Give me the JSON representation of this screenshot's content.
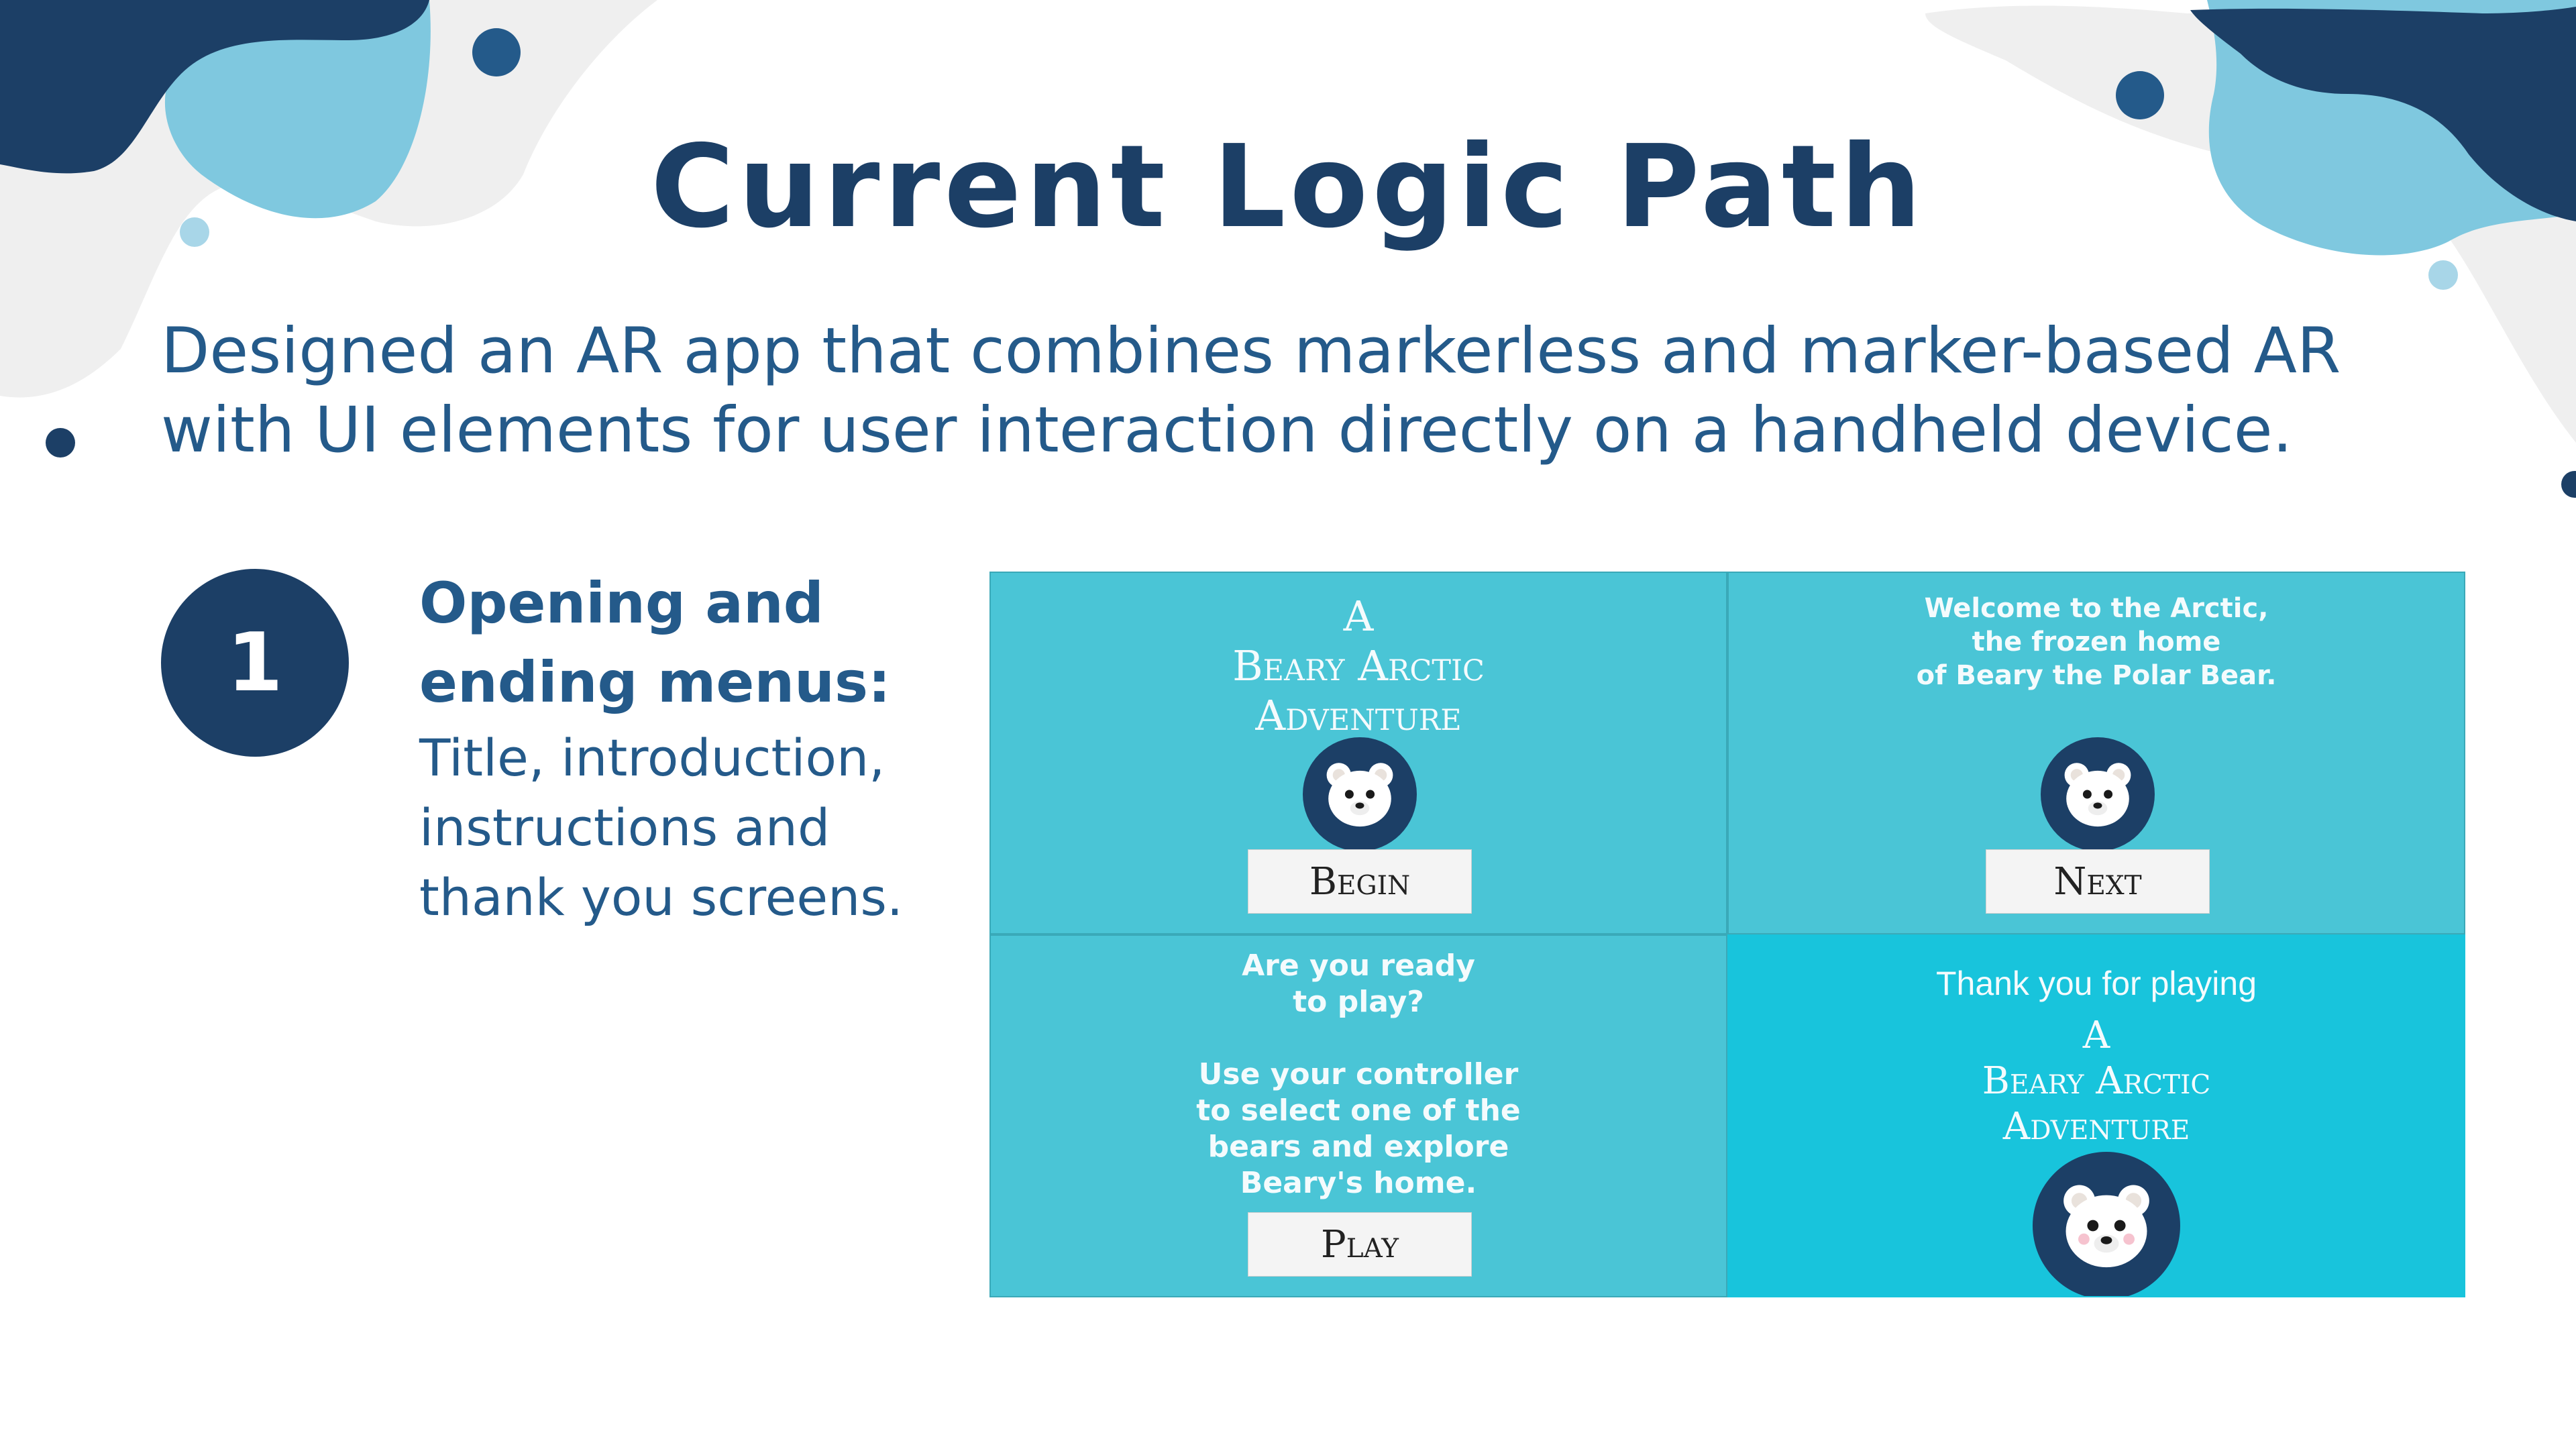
{
  "slide": {
    "title": "Current Logic Path",
    "subtitle": "Designed an AR app that combines markerless and marker-based AR with UI elements for user interaction directly on a handheld device.",
    "colors": {
      "navy": "#1c3f66",
      "text_blue": "#245a8a",
      "light_blue": "#7fc8df",
      "grey_blob": "#efefef",
      "screen_teal": "#4ac5d6",
      "screen_cyan": "#18c4dc"
    }
  },
  "step": {
    "number": "1",
    "heading": "Opening and ending menus:",
    "description": "Title, introduction, instructions and thank you screens."
  },
  "screens": {
    "title_screen": {
      "title_lines": [
        "A",
        "Beary Arctic",
        "Adventure"
      ],
      "button_label": "Begin",
      "icon": "polar-bear-icon"
    },
    "intro_screen": {
      "lines": [
        "Welcome to the Arctic,",
        "the frozen home",
        "of Beary the Polar Bear."
      ],
      "button_label": "Next",
      "icon": "polar-bear-icon"
    },
    "instructions_screen": {
      "lines": [
        "Are you ready",
        "to play?",
        "",
        "Use your controller",
        "to select one of the",
        "bears and explore",
        "Beary's home."
      ],
      "button_label": "Play"
    },
    "thanks_screen": {
      "thanks_text": "Thank you for playing",
      "title_lines": [
        "A",
        "Beary Arctic",
        "Adventure"
      ],
      "icon": "polar-bear-icon"
    }
  }
}
